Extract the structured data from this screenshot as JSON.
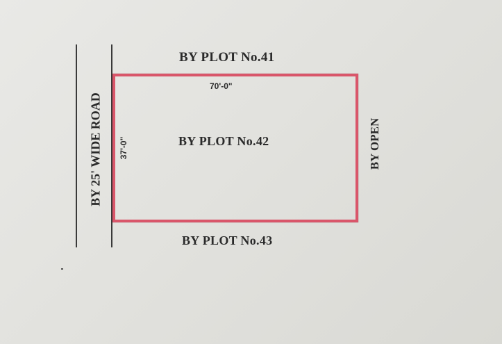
{
  "sketch": {
    "north_label": "BY PLOT No.41",
    "plot_label": "BY PLOT No.42",
    "south_label": "BY PLOT No.43",
    "east_label": "BY OPEN",
    "west_label": "BY 25' WIDE ROAD",
    "width_dimension": "70'-0\"",
    "depth_dimension": "37'-0\"",
    "boundary_color": "#d9566a"
  }
}
